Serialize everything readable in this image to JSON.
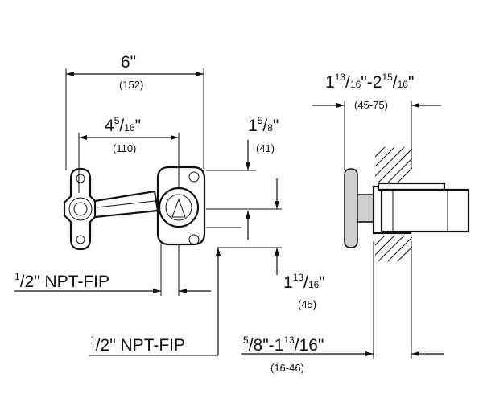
{
  "dimensions": {
    "overall_width": {
      "value": "6\"",
      "metric": "(152)"
    },
    "inlet_spacing": {
      "whole": "4",
      "num": "5",
      "den": "16",
      "suffix": "\"",
      "metric": "(110)"
    },
    "vertical_offset": {
      "whole": "1",
      "num": "5",
      "den": "8",
      "suffix": "\"",
      "metric": "(41)"
    },
    "wall_depth": {
      "w1": "1",
      "n1": "13",
      "d1": "16",
      "dash": "\"-2",
      "n2": "15",
      "d2": "16",
      "suffix": "\"",
      "metric": "(45-75)"
    },
    "lower_offset": {
      "whole": "1",
      "num": "13",
      "den": "16",
      "suffix": "\"",
      "metric": "(45)"
    },
    "finish_range": {
      "n1": "5",
      "d1": "8",
      "mid": "\"-1",
      "n2": "13",
      "d2": "16",
      "suffix": "\"",
      "metric": "(16-46)"
    }
  },
  "connections": {
    "left_inlet": {
      "num": "1",
      "den": "2",
      "text": "\" NPT-FIP"
    },
    "bottom_outlet": {
      "num": "1",
      "den": "2",
      "text": "\" NPT-FIP"
    }
  }
}
